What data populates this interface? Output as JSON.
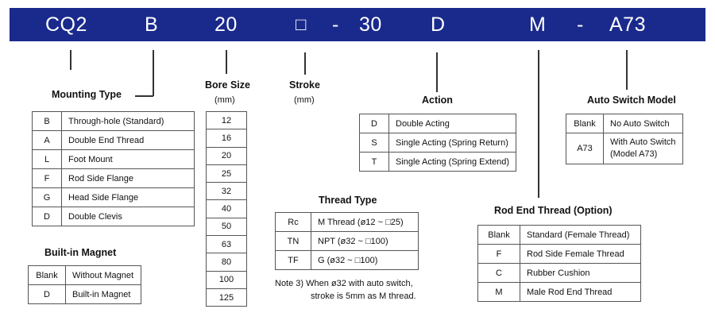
{
  "model_code": [
    "CQ2",
    "B",
    "20",
    "□",
    "-",
    "30",
    "D",
    "M",
    "-",
    "A73"
  ],
  "mounting": {
    "title": "Mounting Type",
    "rows": [
      {
        "code": "B",
        "desc": "Through-hole (Standard)"
      },
      {
        "code": "A",
        "desc": "Double End Thread"
      },
      {
        "code": "L",
        "desc": "Foot Mount"
      },
      {
        "code": "F",
        "desc": "Rod Side Flange"
      },
      {
        "code": "G",
        "desc": "Head Side Flange"
      },
      {
        "code": "D",
        "desc": "Double Clevis"
      }
    ]
  },
  "magnet": {
    "title": "Built-in Magnet",
    "rows": [
      {
        "code": "Blank",
        "desc": "Without Magnet"
      },
      {
        "code": "D",
        "desc": "Built-in Magnet"
      }
    ]
  },
  "bore": {
    "title": "Bore Size",
    "unit": "(mm)",
    "values": [
      "12",
      "16",
      "20",
      "25",
      "32",
      "40",
      "50",
      "63",
      "80",
      "100",
      "125"
    ]
  },
  "stroke": {
    "title": "Stroke",
    "unit": "(mm)"
  },
  "thread": {
    "title": "Thread Type",
    "rows": [
      {
        "code": "Rc",
        "desc": "M Thread (ø12 ~ □25)"
      },
      {
        "code": "TN",
        "desc": "NPT (ø32 ~ □100)"
      },
      {
        "code": "TF",
        "desc": "G  (ø32 ~ □100)"
      }
    ],
    "note_line1": "Note 3) When ø32 with auto switch,",
    "note_line2": "stroke is 5mm as M thread."
  },
  "action": {
    "title": "Action",
    "rows": [
      {
        "code": "D",
        "desc": "Double Acting"
      },
      {
        "code": "S",
        "desc": "Single Acting (Spring Return)"
      },
      {
        "code": "T",
        "desc": "Single Acting (Spring Extend)"
      }
    ]
  },
  "switch": {
    "title": "Auto Switch Model",
    "rows": [
      {
        "code": "Blank",
        "desc": "No Auto Switch"
      },
      {
        "code": "A73",
        "desc_line1": "With Auto Switch",
        "desc_line2": "(Model A73)"
      }
    ]
  },
  "rod_end": {
    "title": "Rod End Thread (Option)",
    "rows": [
      {
        "code": "Blank",
        "desc": "Standard (Female Thread)"
      },
      {
        "code": "F",
        "desc": "Rod Side Female Thread"
      },
      {
        "code": "C",
        "desc": "Rubber Cushion"
      },
      {
        "code": "M",
        "desc": "Male Rod End Thread"
      }
    ]
  },
  "colors": {
    "banner": "#1a2a8c",
    "banner_text": "#ffffff"
  }
}
